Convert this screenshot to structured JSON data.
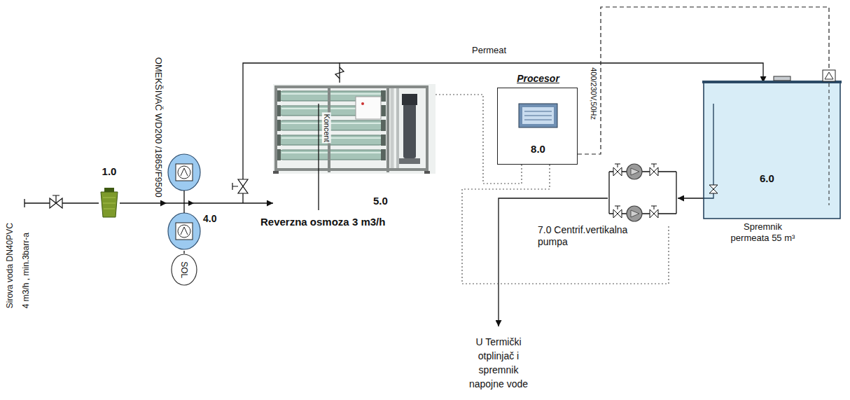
{
  "diagram": {
    "nodes": [
      {
        "text": [
          "1.0"
        ]
      },
      {
        "text": [
          "OMEKŠIVAČ WD200 /1865/F9500",
          "4.0"
        ]
      },
      {
        "text": [
          "SOL"
        ]
      },
      {
        "text": [
          "Koncent",
          "5.0",
          "Reverzna osmoza 3 m3/h"
        ]
      },
      {
        "text": [
          "Procesor",
          "8.0"
        ]
      },
      {
        "text": [
          "7.0 Centrif.vertikalna pumpa"
        ]
      },
      {
        "text": [
          "6.0",
          "Spremnik permeata 55 m³"
        ]
      }
    ],
    "edges": [
      {
        "from": 0,
        "to": 1,
        "arrow": "to"
      },
      {
        "from": 1,
        "to": 2,
        "arrow": "none"
      },
      {
        "from": 1,
        "to": 3,
        "arrow": "to"
      },
      {
        "from": 3,
        "to": 6,
        "arrow": "to",
        "label": "Permeat"
      },
      {
        "from": 6,
        "to": 5,
        "arrow": "to"
      },
      {
        "from": 4,
        "to": 3,
        "arrow": "none"
      },
      {
        "from": 4,
        "to": 6,
        "arrow": "none"
      },
      {
        "from": 4,
        "to": 5,
        "arrow": "none"
      }
    ],
    "labels": [
      "Sirova voda DN40PVC",
      "4 m3/h , min.3barr-a",
      "400/230V,50Hz",
      "U Termički otplinjač i spremnik napojne vode"
    ]
  }
}
